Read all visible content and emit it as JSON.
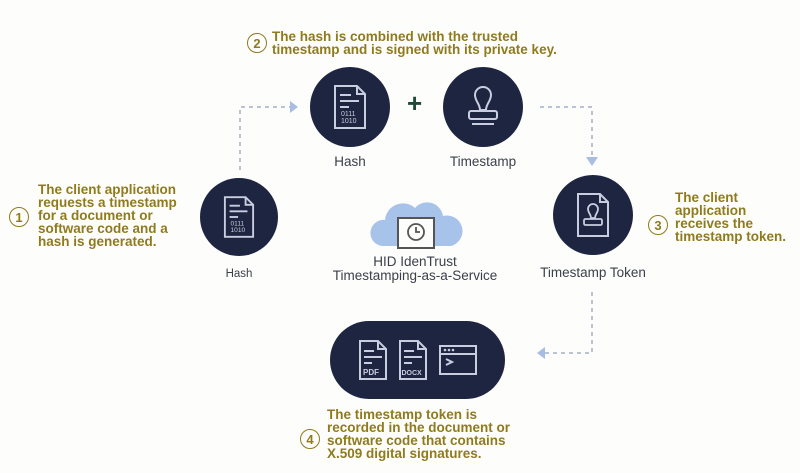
{
  "colors": {
    "circle": "#1e2540",
    "step_text": "#8f7b1e",
    "label_text": "#3a3f4a",
    "arrow": "#a9bde2",
    "cloud": "#a7c3ea"
  },
  "steps": [
    {
      "number": "1",
      "lines": [
        "The client application",
        "requests a timestamp",
        "for a document or",
        "software code and a",
        "hash is generated."
      ]
    },
    {
      "number": "2",
      "lines": [
        "The hash is combined with the trusted",
        "timestamp and is signed with its private key."
      ]
    },
    {
      "number": "3",
      "lines": [
        "The client",
        "application",
        "receives the",
        "timestamp token."
      ]
    },
    {
      "number": "4",
      "lines": [
        "The timestamp token is",
        "recorded in the document or",
        "software code that contains",
        "X.509 digital signatures."
      ]
    }
  ],
  "nodes": {
    "hash_left": {
      "label": "Hash",
      "icon_text": [
        "0111",
        "1010"
      ]
    },
    "hash_top": {
      "label": "Hash",
      "icon_text": [
        "0111",
        "1010"
      ]
    },
    "plus": "+",
    "timestamp": {
      "label": "Timestamp"
    },
    "token": {
      "label": "Timestamp Token"
    },
    "service": {
      "lines": [
        "HID IdenTrust",
        "Timestamping-as-a-Service"
      ]
    },
    "documents": {
      "pdf": "PDF",
      "docx": "DOCX"
    }
  }
}
